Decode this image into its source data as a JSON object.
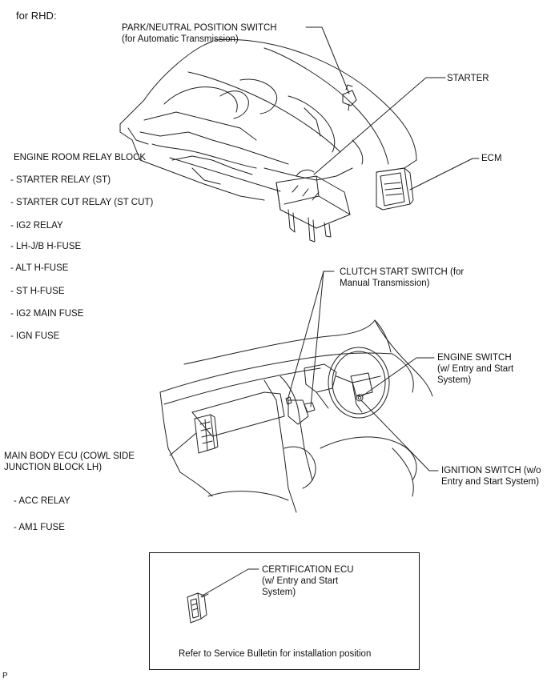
{
  "header": "for RHD:",
  "labels": {
    "park_neutral": "PARK/NEUTRAL POSITION SWITCH\n(for Automatic Transmission)",
    "starter": "STARTER",
    "ecm": "ECM",
    "engine_room_relay_block": "ENGINE ROOM RELAY BLOCK",
    "clutch_start": "CLUTCH START SWITCH (for\nManual Transmission)",
    "engine_switch": "ENGINE SWITCH\n(w/ Entry and Start\nSystem)",
    "main_body_ecu": "MAIN BODY ECU (COWL SIDE\nJUNCTION BLOCK LH)",
    "ignition_switch": "IGNITION SWITCH (w/o\nEntry and Start System)",
    "certification_ecu": "CERTIFICATION ECU\n(w/ Entry and Start\nSystem)"
  },
  "relay_block_items": [
    "- STARTER RELAY (ST)",
    "- STARTER CUT RELAY (ST CUT)",
    "- IG2 RELAY",
    "- LH-J/B H-FUSE",
    "- ALT H-FUSE",
    "- ST H-FUSE",
    "- IG2 MAIN FUSE",
    "- IGN FUSE"
  ],
  "main_body_items": [
    "- ACC RELAY",
    "- AM1 FUSE"
  ],
  "box_note": "Refer to Service Bulletin for installation position",
  "footer_code": "P"
}
